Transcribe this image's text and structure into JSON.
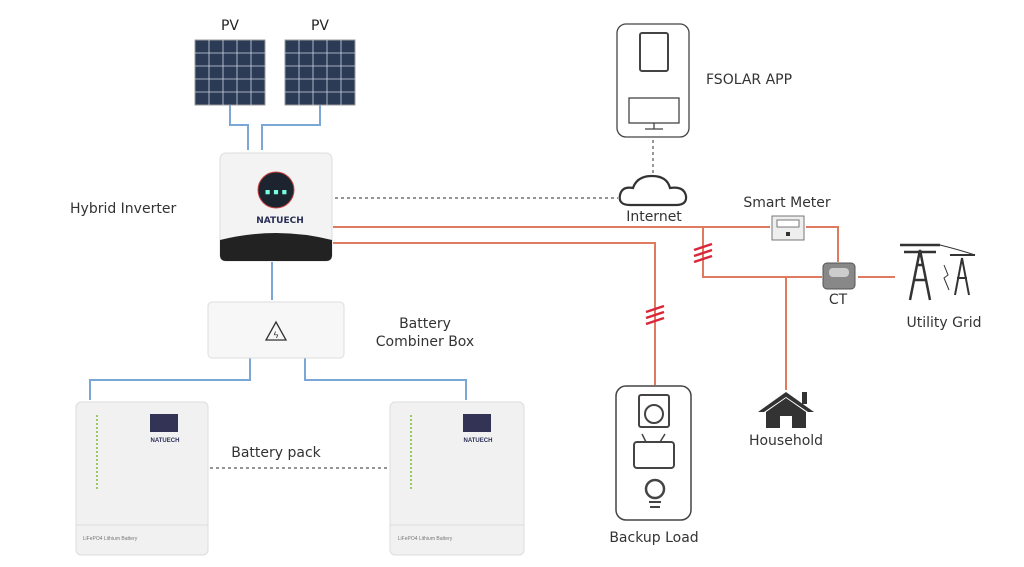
{
  "labels": {
    "pv1": "PV",
    "pv2": "PV",
    "app": "FSOLAR APP",
    "internet": "Internet",
    "smart_meter": "Smart Meter",
    "ct": "CT",
    "utility_grid": "Utility Grid",
    "hybrid_inverter": "Hybrid  Inverter",
    "battery_combiner_line1": "Battery",
    "battery_combiner_line2": "Combiner Box",
    "battery_pack": "Battery pack",
    "household": "Household",
    "backup_load": "Backup Load"
  },
  "branding": {
    "inverter_logo": "NATUECH",
    "battery_logo": "NATUECH",
    "battery_plate": "LiFePO4 Lithium Battery"
  },
  "colors": {
    "dc_line": "#7aa7d6",
    "ac_line": "#e07a5f",
    "hash_mark": "#d9263a",
    "comm_line": "#555555",
    "icon": "#333333"
  }
}
